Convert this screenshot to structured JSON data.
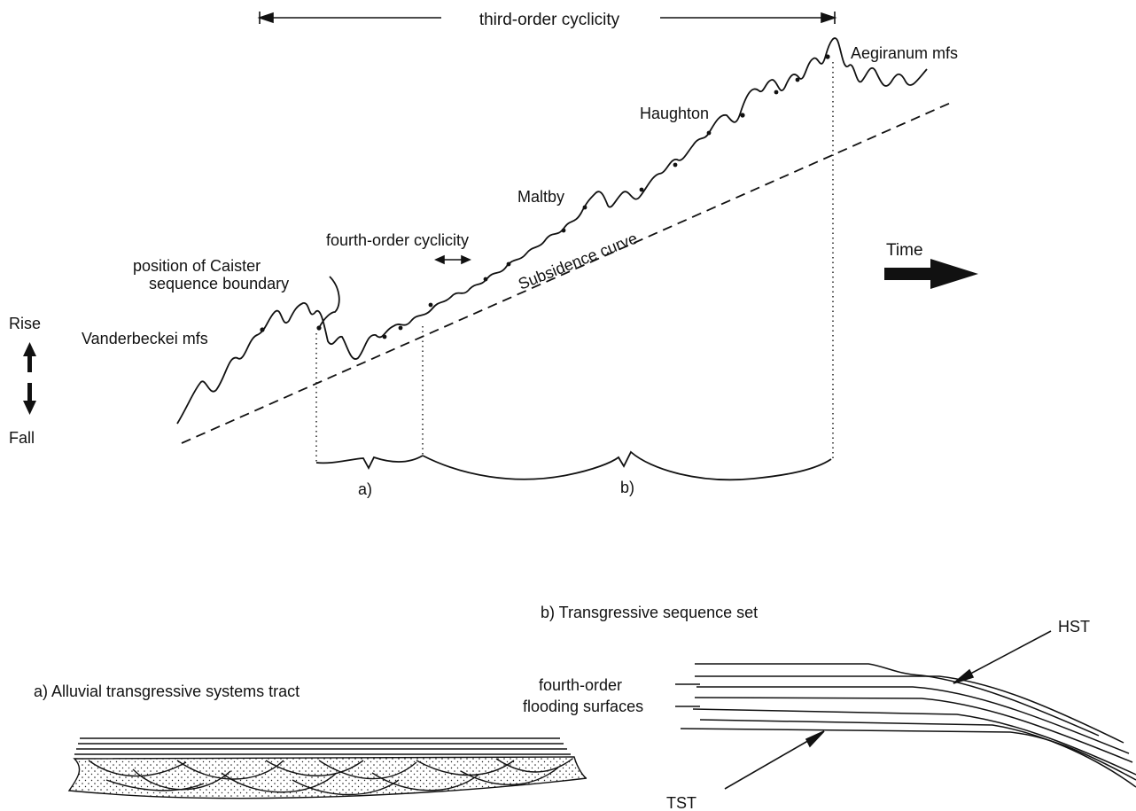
{
  "header": {
    "third_order": "third-order cyclicity",
    "fourth_order": "fourth-order cyclicity"
  },
  "curve_labels": {
    "caister_line1": "position of Caister",
    "caister_line2": "sequence boundary",
    "vanderbeckei": "Vanderbeckei mfs",
    "maltby": "Maltby",
    "haughton": "Haughton",
    "aegiranum": "Aegiranum mfs",
    "subsidence": "Subsidence curve"
  },
  "axis": {
    "rise": "Rise",
    "fall": "Fall",
    "time": "Time"
  },
  "brackets": {
    "a": "a)",
    "b": "b)"
  },
  "panel_a": {
    "title": "a) Alluvial transgressive systems tract"
  },
  "panel_b": {
    "title": "b) Transgressive sequence set",
    "flooding_line1": "fourth-order",
    "flooding_line2": "flooding surfaces",
    "hst": "HST",
    "tst": "TST"
  }
}
